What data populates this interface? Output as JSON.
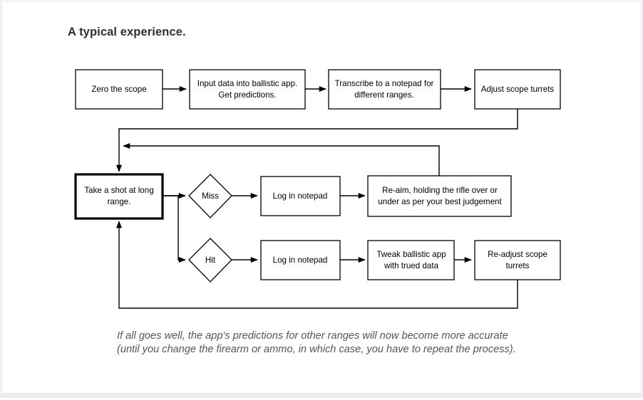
{
  "page": {
    "title": "A typical experience.",
    "caption": "If all goes well, the app's predictions for other ranges will now become more accurate (until you change the firearm or ammo, in which case, you have to repeat the process).",
    "background_color": "#ffffff",
    "frame_color": "#f0f0f0",
    "title_color": "#2f3033",
    "caption_color": "#53565c"
  },
  "diagram": {
    "type": "flowchart",
    "line_color": "#000000",
    "node_fill": "#ffffff",
    "nodes": [
      {
        "id": "zero_scope",
        "shape": "rect",
        "label_line1": "Zero the scope",
        "label_line2": "",
        "emphasis": false
      },
      {
        "id": "input_data",
        "shape": "rect",
        "label_line1": "Input data into ballistic app.",
        "label_line2": "Get predictions.",
        "emphasis": false
      },
      {
        "id": "transcribe",
        "shape": "rect",
        "label_line1": "Transcribe to a notepad for",
        "label_line2": "different ranges.",
        "emphasis": false
      },
      {
        "id": "adjust_turrets",
        "shape": "rect",
        "label_line1": "Adjust scope turrets",
        "label_line2": "",
        "emphasis": false
      },
      {
        "id": "take_shot",
        "shape": "rect",
        "label_line1": "Take a shot at long",
        "label_line2": "range.",
        "emphasis": true
      },
      {
        "id": "miss",
        "shape": "diamond",
        "label_line1": "Miss",
        "label_line2": "",
        "emphasis": false
      },
      {
        "id": "log_notepad_miss",
        "shape": "rect",
        "label_line1": "Log in notepad",
        "label_line2": "",
        "emphasis": false
      },
      {
        "id": "reaim",
        "shape": "rect",
        "label_line1": "Re-aim, holding the rifle over or",
        "label_line2": "under as per your best judgement",
        "emphasis": false
      },
      {
        "id": "hit",
        "shape": "diamond",
        "label_line1": "Hit",
        "label_line2": "",
        "emphasis": false
      },
      {
        "id": "log_notepad_hit",
        "shape": "rect",
        "label_line1": "Log in notepad",
        "label_line2": "",
        "emphasis": false
      },
      {
        "id": "tweak_app",
        "shape": "rect",
        "label_line1": "Tweak ballistic app",
        "label_line2": "with trued data",
        "emphasis": false
      },
      {
        "id": "readjust_turrets",
        "shape": "rect",
        "label_line1": "Re-adjust scope",
        "label_line2": "turrets",
        "emphasis": false
      }
    ],
    "edges": [
      {
        "from": "zero_scope",
        "to": "input_data"
      },
      {
        "from": "input_data",
        "to": "transcribe"
      },
      {
        "from": "transcribe",
        "to": "adjust_turrets"
      },
      {
        "from": "adjust_turrets",
        "to": "take_shot"
      },
      {
        "from": "take_shot",
        "to": "miss"
      },
      {
        "from": "take_shot",
        "to": "hit"
      },
      {
        "from": "miss",
        "to": "log_notepad_miss"
      },
      {
        "from": "log_notepad_miss",
        "to": "reaim"
      },
      {
        "from": "reaim",
        "to": "take_shot"
      },
      {
        "from": "hit",
        "to": "log_notepad_hit"
      },
      {
        "from": "log_notepad_hit",
        "to": "tweak_app"
      },
      {
        "from": "tweak_app",
        "to": "readjust_turrets"
      },
      {
        "from": "readjust_turrets",
        "to": "take_shot"
      }
    ]
  }
}
